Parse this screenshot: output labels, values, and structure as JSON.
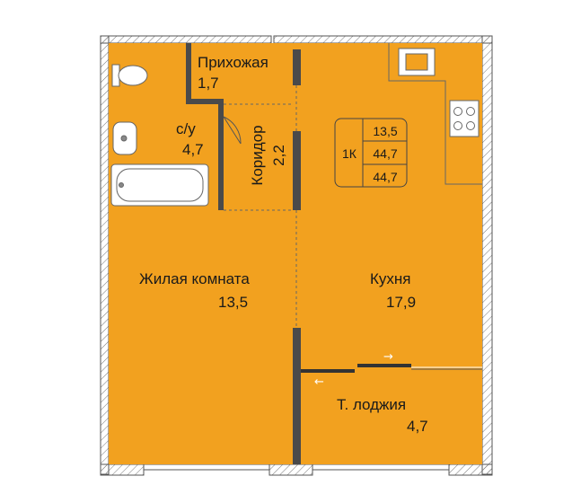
{
  "rooms": {
    "hallway": {
      "name": "Прихожая",
      "area": "1,7"
    },
    "bathroom": {
      "name": "с/у",
      "area": "4,7"
    },
    "corridor": {
      "name": "Коридор",
      "area": "2,2"
    },
    "living": {
      "name": "Жилая комната",
      "area": "13,5"
    },
    "kitchen": {
      "name": "Кухня",
      "area": "17,9"
    },
    "loggia": {
      "name": "Т. лоджия",
      "area": "4,7"
    }
  },
  "badge": {
    "type": "1К",
    "living_area": "13,5",
    "usable_area": "44,7",
    "total_area": "44,7"
  },
  "arrows": {
    "right": "→",
    "left": "←"
  },
  "colors": {
    "floor": "#f2a11f",
    "wall": "#4a4a4a",
    "line": "#555555"
  }
}
